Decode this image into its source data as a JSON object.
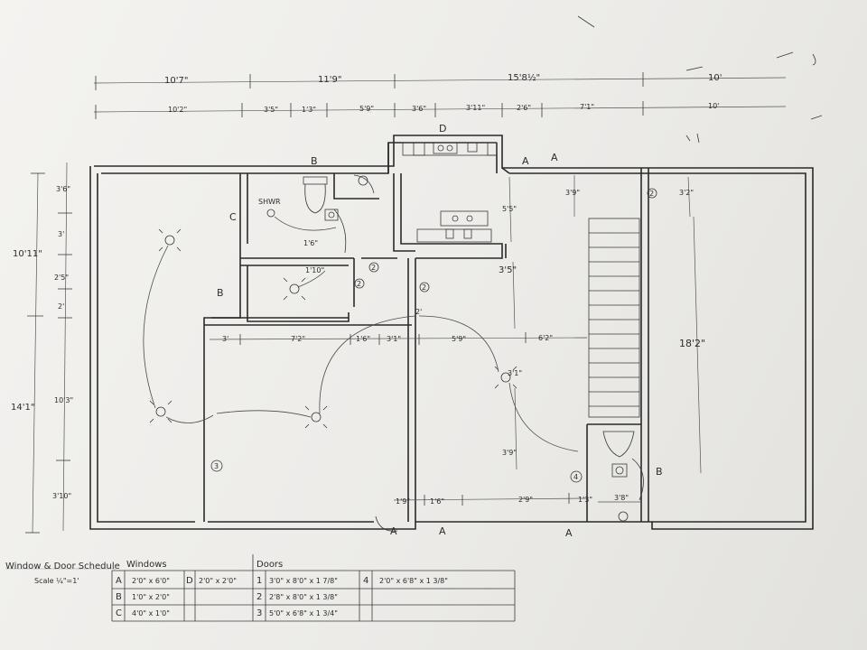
{
  "dimensions": {
    "top_row_1": [
      "10'7\"",
      "11'9\"",
      "15'8½\"",
      "10'"
    ],
    "top_row_2": [
      "10'2\"",
      "3'5\"",
      "1'3\"",
      "5'9\"",
      "3'6\"",
      "3'11\"",
      "2'6\"",
      "7'1\"",
      "10'"
    ],
    "left_overall": [
      "10'11\"",
      "14'1\""
    ],
    "left_detail": [
      "3'6\"",
      "3'",
      "2'5\"",
      "2'",
      "10'3\"",
      "3'10\""
    ],
    "mid_row": [
      "3'",
      "7'2\"",
      "1'6\"",
      "3'1\"",
      "5'9\"",
      "6'2\""
    ],
    "bottom_row": [
      "1'9\"",
      "1'6\"",
      "2'9\"",
      "1'3\"",
      "3'8\""
    ],
    "interior": {
      "kitchen_depth": "5'5\"",
      "hall": "3'5\"",
      "upper_right": "3'9\"",
      "far_right_top": "3'2\"",
      "far_right_long": "18'2\"",
      "lower_hall": "3'9\"",
      "bath_w": "1'6\"",
      "closet_w": "1'10\"",
      "closet_left": "2'",
      "ceiling_fixture": "3'1\""
    }
  },
  "labels": {
    "shower": "SHWR",
    "window_b_top": "B",
    "window_d_top": "D",
    "window_a_top_1": "A",
    "window_a_top_2": "A",
    "window_c_left": "C",
    "window_b_left": "B",
    "window_b_right": "B",
    "window_a_bottom_1": "A",
    "window_a_bottom_2": "A",
    "window_a_bottom_3": "A",
    "door_2_a": "2",
    "door_2_b": "2",
    "door_2_c": "2",
    "door_2_d": "2",
    "door_3": "3",
    "door_4": "4"
  },
  "schedule": {
    "title": "Window & Door Schedule",
    "scale": "Scale ¼\"=1'",
    "windows_header": "Windows",
    "doors_header": "Doors",
    "windows": [
      {
        "key": "A",
        "size": "2'0\" x 6'0\""
      },
      {
        "key": "B",
        "size": "1'0\" x 2'0\""
      },
      {
        "key": "C",
        "size": "4'0\" x 1'0\""
      }
    ],
    "window_extra": {
      "key": "D",
      "size": "2'0\" x 2'0\""
    },
    "doors": [
      {
        "key": "1",
        "size": "3'0\" x 8'0\" x 1 7/8\""
      },
      {
        "key": "2",
        "size": "2'8\" x 8'0\" x 1 3/8\""
      },
      {
        "key": "3",
        "size": "5'0\" x 6'8\" x 1 3/4\""
      }
    ],
    "door_extra": {
      "key": "4",
      "size": "2'0\" x 6'8\" x 1 3/8\""
    }
  }
}
